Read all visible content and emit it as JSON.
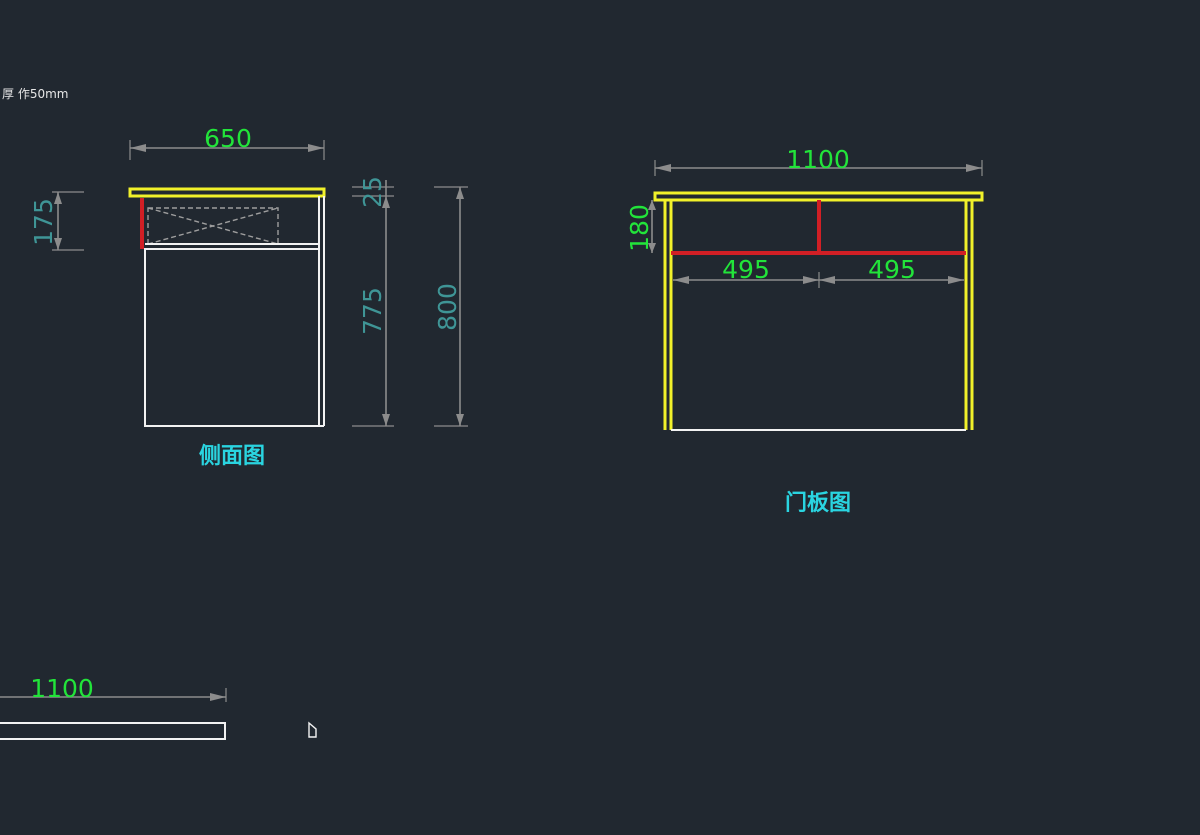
{
  "note": {
    "text": "厚 作50mm"
  },
  "side_view": {
    "title": "侧面图",
    "dim_width": "650",
    "dim_drawer_height": "175",
    "dim_top_thickness": "25",
    "dim_body_height": "775",
    "dim_total_height": "800"
  },
  "door_view": {
    "title": "门板图",
    "dim_width": "1100",
    "dim_rail_height": "180",
    "dim_left_panel": "495",
    "dim_right_panel": "495"
  },
  "plank_view": {
    "dim_length": "1100"
  },
  "colors": {
    "background": "#212830",
    "dimension_text": "#22e43a",
    "dimension_text_alt": "#3f9596",
    "title_text": "#2ad4e0",
    "top_board": "#f1f12a",
    "rail": "#d11f25",
    "outline": "#f2f2f2"
  }
}
